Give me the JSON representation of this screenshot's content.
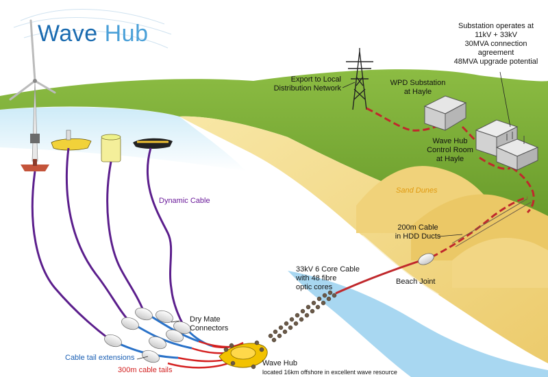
{
  "title": {
    "word1": "Wave",
    "word2": "Hub"
  },
  "labels": {
    "substation_note": [
      "Substation operates at",
      "11kV + 33kV",
      "30MVA connection",
      "agreement",
      "48MVA upgrade potential"
    ],
    "export": [
      "Export to Local",
      "Distribution Network"
    ],
    "wpd": [
      "WPD Substation",
      "at Hayle"
    ],
    "control_room": [
      "Wave Hub",
      "Control Room",
      "at Hayle"
    ],
    "sand_dunes": "Sand Dunes",
    "dynamic_cable": "Dynamic Cable",
    "hdd": [
      "200m Cable",
      "in HDD Ducts"
    ],
    "core_cable": [
      "33kV 6 Core Cable",
      "with 48 fibre",
      "optic cores"
    ],
    "beach_joint": "Beach Joint",
    "dry_mate": [
      "Dry Mate",
      "Connectors"
    ],
    "cable_tail_ext": "Cable tail extensions",
    "cable_tails": "300m cable tails",
    "wave_hub": "Wave Hub",
    "wave_hub_sub": "located 16km offshore in excellent wave resource"
  },
  "colors": {
    "sea": "#b8e0f4",
    "grass": "#6fa32d",
    "sand": "#f3dc8c",
    "dynamic_cable": "#5b1e8c",
    "tail_extension": "#2a72c8",
    "cable_tail": "#d42020",
    "export_cable": "#c0282c",
    "hub": "#f2c200"
  }
}
